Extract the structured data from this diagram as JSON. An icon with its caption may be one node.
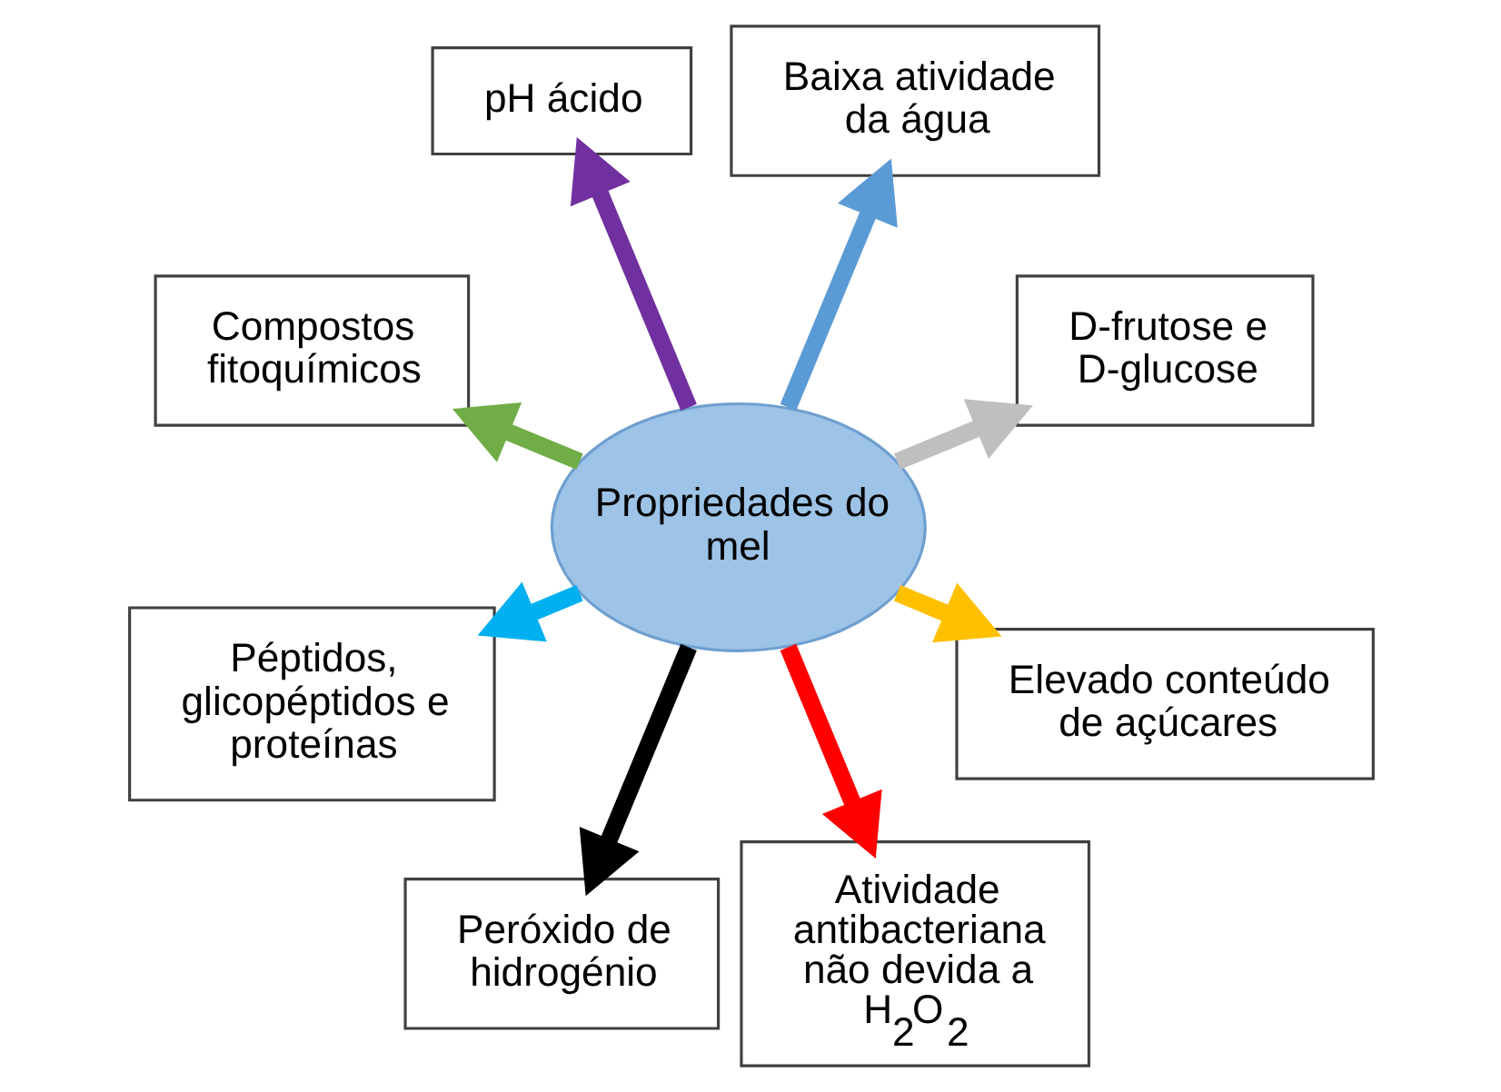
{
  "diagram": {
    "nodes": [
      {
        "text": [
          "D-frutose e D-glucose"
        ]
      },
      {
        "text": [
          "Baixa atividade da água"
        ]
      },
      {
        "text": [
          "pH ácido"
        ]
      },
      {
        "text": [
          "Compostos fitoquímicos"
        ]
      },
      {
        "text": [
          "Propriedades do mel"
        ]
      },
      {
        "text": [
          "Péptidos, glicopéptidos e proteínas"
        ]
      },
      {
        "text": [
          "Peróxido de hidrogénio"
        ]
      },
      {
        "text": [
          "Atividade antibacteriana não devida a H$_{2}$O$_{2}$"
        ]
      },
      {
        "text": [
          "Elevado conteúdo de açúcares"
        ]
      }
    ],
    "edges": [
      {
        "from": 4,
        "to": 0,
        "arrow": "to",
        "color": "#bfbfbf"
      },
      {
        "from": 4,
        "to": 1,
        "arrow": "to",
        "color": "#5b9bd5"
      },
      {
        "from": 4,
        "to": 3,
        "arrow": "to",
        "color": "#70ad47"
      },
      {
        "from": 4,
        "to": 6,
        "arrow": "to",
        "color": "#000000"
      },
      {
        "from": 4,
        "to": 8,
        "arrow": "to",
        "color": "#ffc000"
      },
      {
        "from": 4,
        "to": 7,
        "arrow": "to",
        "color": "#ff0000"
      },
      {
        "from": 4,
        "to": 5,
        "arrow": "to",
        "color": "#00b0f0"
      },
      {
        "from": 4,
        "to": 2,
        "arrow": "to",
        "color": "#7030a0"
      }
    ]
  }
}
